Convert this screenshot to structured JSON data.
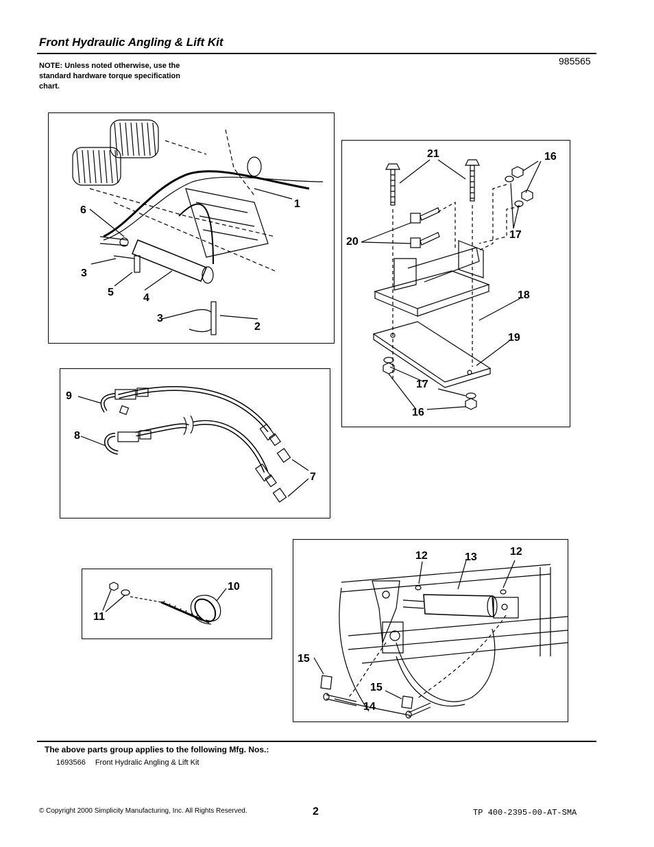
{
  "header": {
    "title": "Front Hydraulic Angling & Lift Kit",
    "note": "NOTE: Unless noted otherwise, use the standard hardware torque specification chart.",
    "doc_number": "985565"
  },
  "diagrams": {
    "lift_assembly": {
      "callouts": [
        "1",
        "2",
        "3",
        "3",
        "4",
        "5",
        "6"
      ]
    },
    "mount_bracket": {
      "callouts": [
        "21",
        "16",
        "20",
        "17",
        "18",
        "19",
        "17",
        "16"
      ]
    },
    "hoses": {
      "callouts": [
        "9",
        "8",
        "7"
      ]
    },
    "spring": {
      "callouts": [
        "10",
        "11"
      ]
    },
    "cylinder_mount": {
      "callouts": [
        "12",
        "13",
        "12",
        "15",
        "15",
        "14"
      ]
    }
  },
  "applies": {
    "heading": "The above parts group applies to the following Mfg. Nos.:",
    "mfg_number": "1693566",
    "mfg_name": "Front Hydralic Angling & Lift Kit"
  },
  "footer": {
    "copyright": "© Copyright 2000 Simplicity Manufacturing, Inc. All Rights Reserved.",
    "page": "2",
    "tp_number": "TP 400-2395-00-AT-SMA"
  }
}
